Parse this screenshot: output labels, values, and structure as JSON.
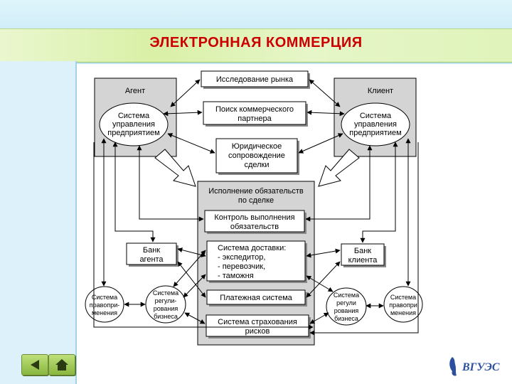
{
  "title": "ЭЛЕКТРОННАЯ КОММЕРЦИЯ",
  "agent": {
    "label": "Агент",
    "system_line1": "Система",
    "system_line2": "управления",
    "system_line3": "предприятием"
  },
  "client": {
    "label": "Клиент",
    "system_line1": "Система",
    "system_line2": "управления",
    "system_line3": "предприятием"
  },
  "market_research": "Исследование рынка",
  "partner_search_line1": "Поиск коммерческого",
  "partner_search_line2": "партнера",
  "legal_line1": "Юридическое",
  "legal_line2": "сопровождение",
  "legal_line3": "сделки",
  "execution_line1": "Исполнение обязательств",
  "execution_line2": "по сделке",
  "control_line1": "Контроль выполнения",
  "control_line2": "обязательств",
  "delivery_line1": "Система доставки:",
  "delivery_line2": "- экспедитор,",
  "delivery_line3": "- перевозчик,",
  "delivery_line4": "- таможня",
  "payment_system": "Платежная система",
  "insurance_line1": "Система страхования",
  "insurance_line2": "рисков",
  "bank_agent_line1": "Банк",
  "bank_agent_line2": "агента",
  "bank_client_line1": "Банк",
  "bank_client_line2": "клиента",
  "law_left_line1": "Система",
  "law_left_line2": "правопри-",
  "law_left_line3": "менения",
  "reg_left_line1": "Система",
  "reg_left_line2": "регули-",
  "reg_left_line3": "рования",
  "reg_left_line4": "бизнеса",
  "reg_right_line1": "Система",
  "reg_right_line2": "регули",
  "reg_right_line3": "рования",
  "reg_right_line4": "бизнеса",
  "law_right_line1": "Система",
  "law_right_line2": "правопри",
  "law_right_line3": "менения",
  "logo_text": "ВГУЭС",
  "colors": {
    "title": "#cc0000",
    "header_band": "#bfe6f3",
    "title_strip": "#d9f0a6",
    "panel_gray": "#d4d4d4",
    "nav_button": "#88b63e",
    "logo_blue": "#2c4fa0"
  }
}
